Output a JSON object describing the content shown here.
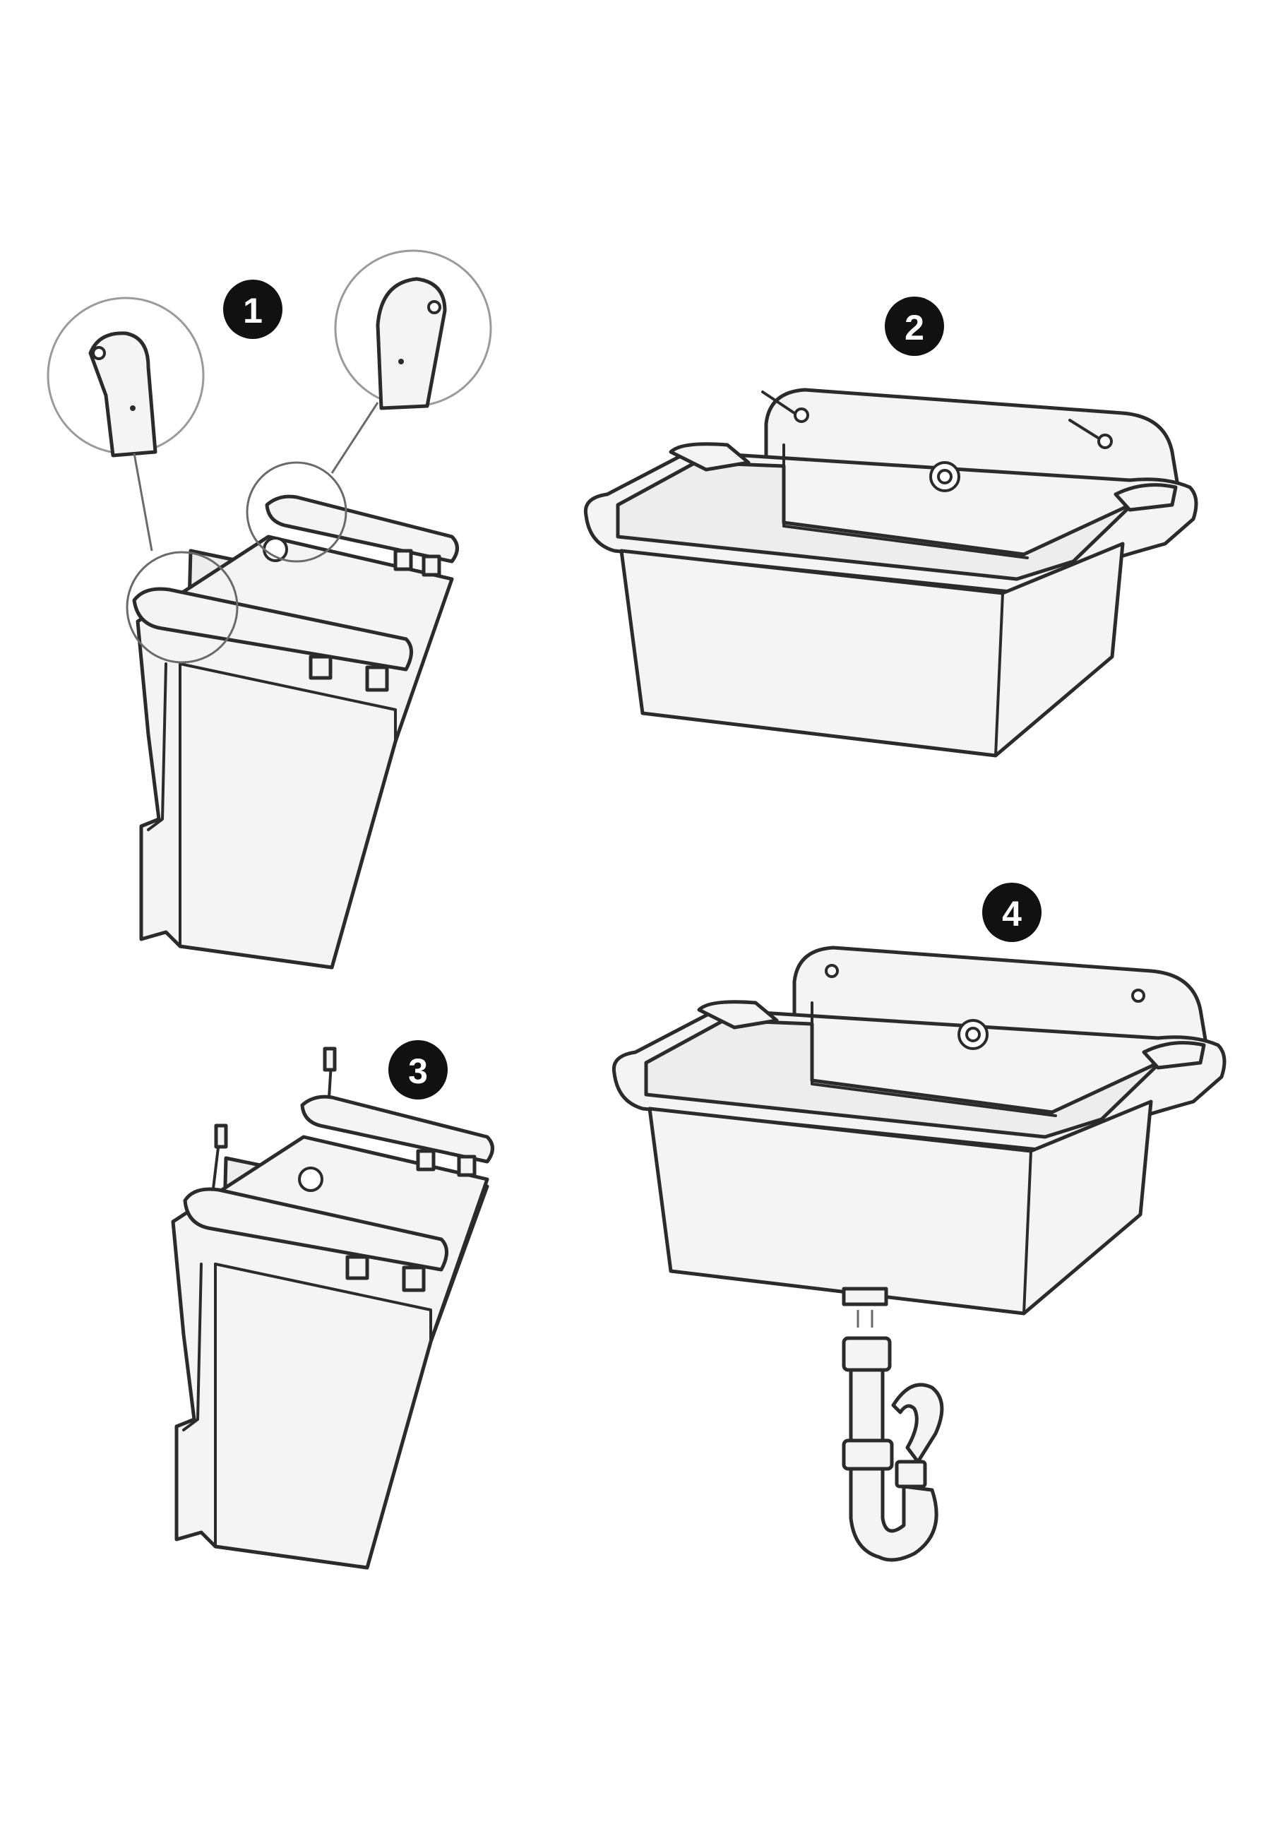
{
  "steps": [
    {
      "number": "1"
    },
    {
      "number": "2"
    },
    {
      "number": "3"
    },
    {
      "number": "4"
    }
  ],
  "colors": {
    "ink": "#2b2b2b",
    "badge": "#111111",
    "badge_text": "#ffffff",
    "fill": "#f4f4f4",
    "background": "#ffffff"
  },
  "icons": {
    "step1": "sink-bracket-mounting-icon",
    "step2": "sink-screw-fixing-icon",
    "step3": "sink-wall-bolt-icon",
    "step4": "sink-siphon-drain-icon"
  }
}
